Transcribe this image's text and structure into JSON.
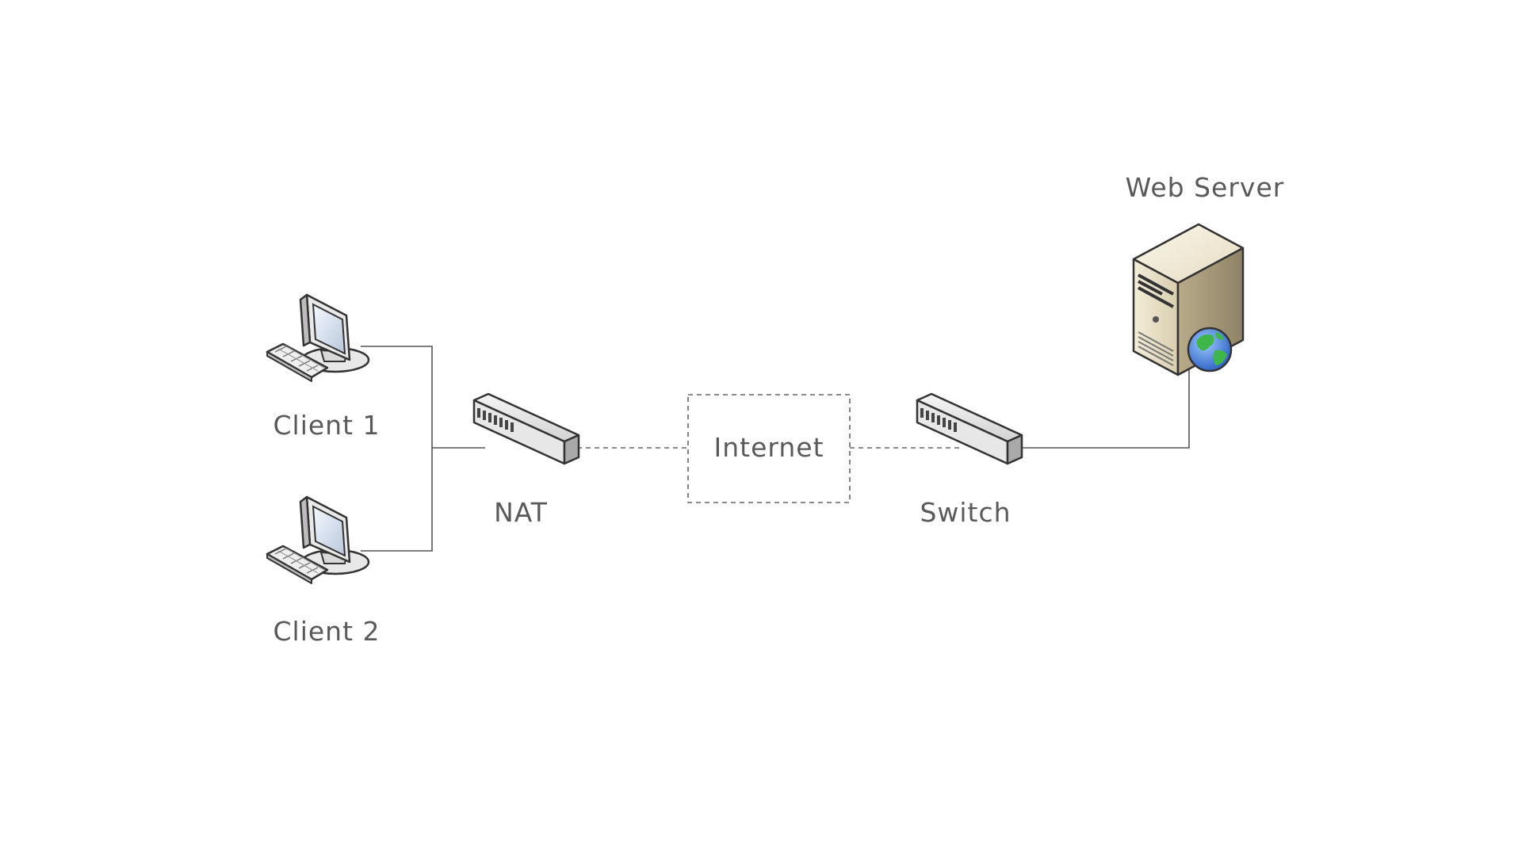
{
  "nodes": {
    "client1": {
      "label": "Client 1",
      "icon": "desktop-computer-icon"
    },
    "client2": {
      "label": "Client 2",
      "icon": "desktop-computer-icon"
    },
    "nat": {
      "label": "NAT",
      "icon": "network-device-icon"
    },
    "internet": {
      "label": "Internet",
      "icon": "dashed-cloud-box"
    },
    "switch": {
      "label": "Switch",
      "icon": "network-switch-icon"
    },
    "web_server": {
      "label": "Web Server",
      "icon": "server-tower-icon"
    }
  },
  "connections": [
    {
      "from": "Client 1",
      "to": "NAT",
      "style": "solid"
    },
    {
      "from": "Client 2",
      "to": "NAT",
      "style": "solid"
    },
    {
      "from": "NAT",
      "to": "Internet",
      "style": "dashed"
    },
    {
      "from": "Internet",
      "to": "Switch",
      "style": "dashed"
    },
    {
      "from": "Switch",
      "to": "Web Server",
      "style": "solid"
    }
  ],
  "colors": {
    "line": "#555555",
    "label": "#5a5a5a",
    "server_body": "#e4dcc4",
    "globe_sea": "#3d7de0",
    "globe_land": "#3fb64a"
  }
}
